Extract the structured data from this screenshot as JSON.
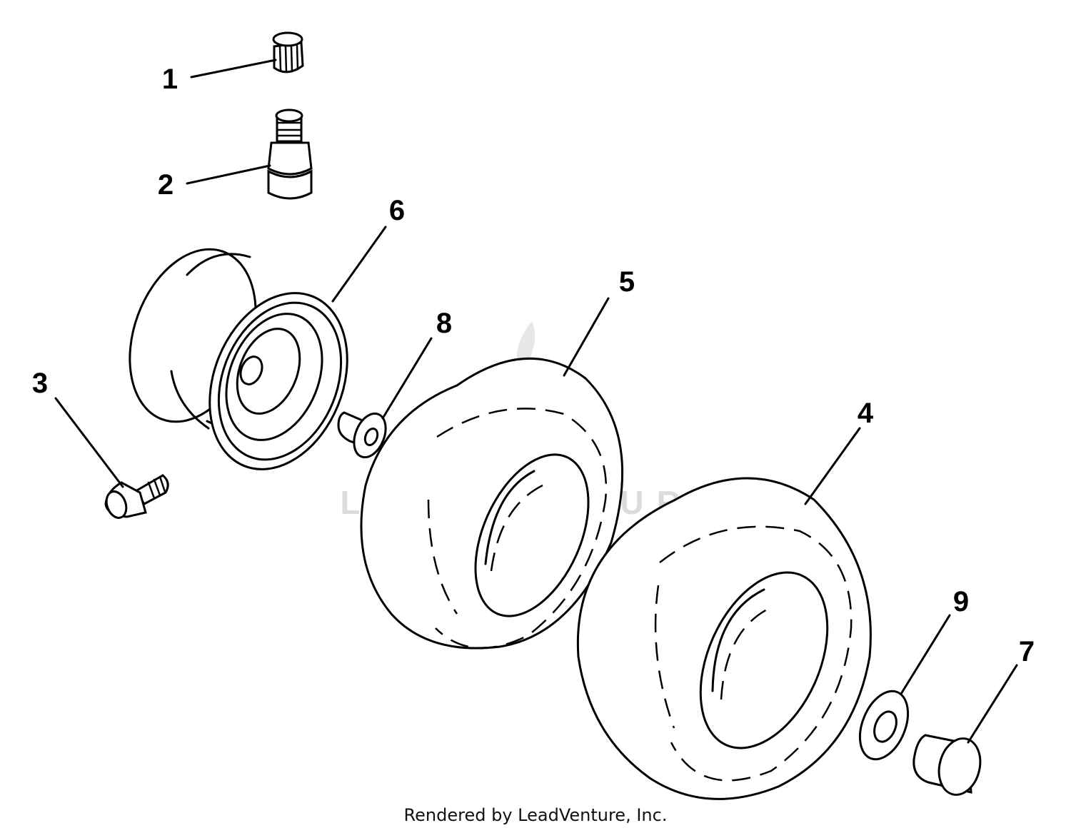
{
  "callouts": [
    {
      "id": "1",
      "label": "1"
    },
    {
      "id": "2",
      "label": "2"
    },
    {
      "id": "3",
      "label": "3"
    },
    {
      "id": "4",
      "label": "4"
    },
    {
      "id": "5",
      "label": "5"
    },
    {
      "id": "6",
      "label": "6"
    },
    {
      "id": "7",
      "label": "7"
    },
    {
      "id": "8",
      "label": "8"
    },
    {
      "id": "9",
      "label": "9"
    }
  ],
  "watermark": {
    "text": "LEADVENTURE",
    "logo_icon": "leadventure-flame-logo-icon"
  },
  "footer": {
    "text": "Rendered by LeadVenture, Inc."
  }
}
